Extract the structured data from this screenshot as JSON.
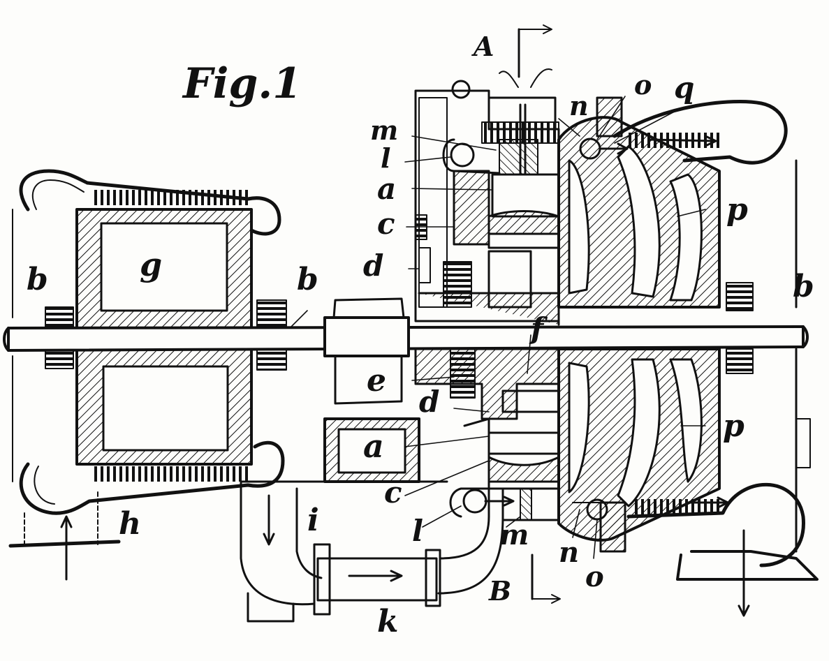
{
  "figure": {
    "title": "Fig.1",
    "colors": {
      "ink": "#111111",
      "paper": "#fdfdfb"
    }
  },
  "labels": {
    "A": "A",
    "B": "B",
    "m_top": "m",
    "l_top": "l",
    "a_top": "a",
    "c_top": "c",
    "d_top": "d",
    "n_top": "n",
    "o_top": "o",
    "q": "q",
    "p_top": "p",
    "b_left": "b",
    "b_mid": "b",
    "b_right": "b",
    "g": "g",
    "f": "f",
    "e": "e",
    "d_bot": "d",
    "a_bot": "a",
    "p_bot": "p",
    "c_bot": "c",
    "l_bot": "l",
    "m_bot": "m",
    "n_bot": "n",
    "o_bot": "o",
    "h": "h",
    "i": "i",
    "k": "k"
  }
}
